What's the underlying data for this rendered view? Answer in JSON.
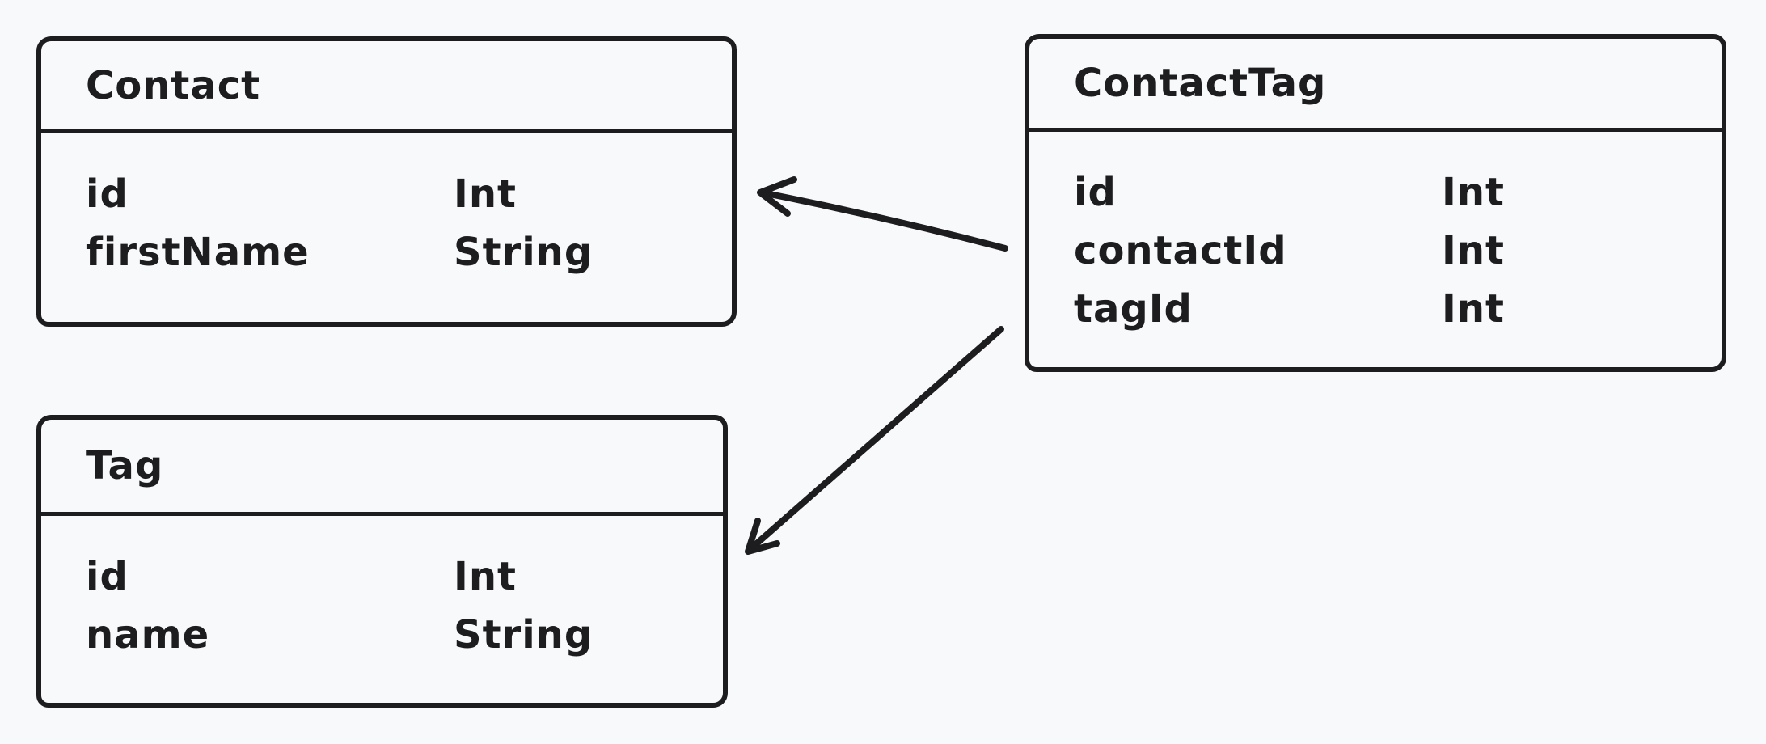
{
  "diagram": {
    "kind": "entity-relationship",
    "background_color": "#f8f9fb",
    "stroke_color": "#1d1d20",
    "entities": [
      {
        "name": "Contact",
        "fields": [
          {
            "name": "id",
            "type": "Int"
          },
          {
            "name": "firstName",
            "type": "String"
          }
        ]
      },
      {
        "name": "ContactTag",
        "fields": [
          {
            "name": "id",
            "type": "Int"
          },
          {
            "name": "contactId",
            "type": "Int"
          },
          {
            "name": "tagId",
            "type": "Int"
          }
        ]
      },
      {
        "name": "Tag",
        "fields": [
          {
            "name": "id",
            "type": "Int"
          },
          {
            "name": "name",
            "type": "String"
          }
        ]
      }
    ],
    "relations": [
      {
        "from": "ContactTag",
        "to": "Contact"
      },
      {
        "from": "ContactTag",
        "to": "Tag"
      }
    ]
  }
}
